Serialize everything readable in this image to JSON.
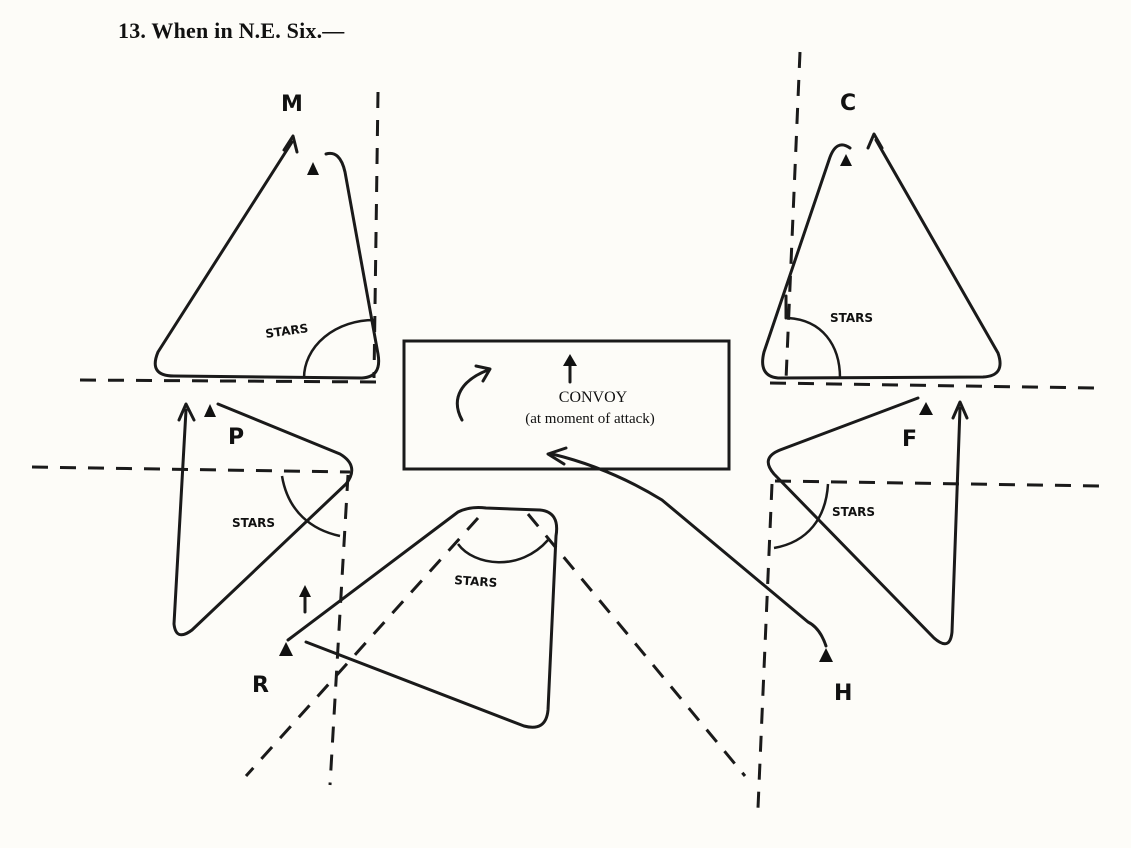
{
  "heading": "13. When in N.E. Six.—",
  "convoy": {
    "title": "CONVOY",
    "subtitle": "(at moment of attack)"
  },
  "ships": {
    "M": "M",
    "C": "C",
    "P": "P",
    "F": "F",
    "R": "R",
    "H": "H"
  },
  "stars_labels": {
    "m": "STARS",
    "c": "STARS",
    "p": "STARS",
    "f": "STARS",
    "r": "STARS"
  }
}
